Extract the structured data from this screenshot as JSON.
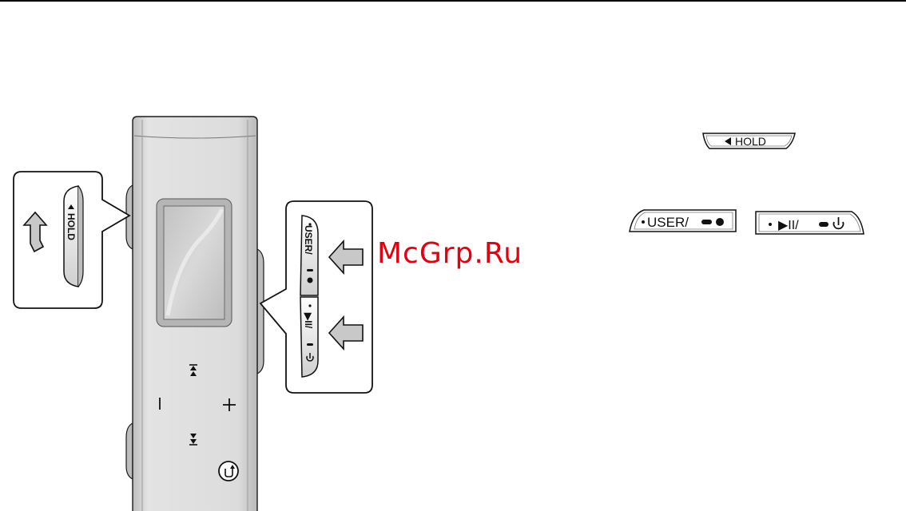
{
  "watermark": "McGrp.Ru",
  "hold_label": "HOLD",
  "user_label": "USER/",
  "play_label": "▶II/",
  "icons": {
    "skip_up": "skip-forward-icon",
    "skip_down": "skip-back-icon",
    "minus": "minus-icon",
    "plus": "plus-icon",
    "return": "return-icon",
    "arrow": "arrow-icon"
  },
  "colors": {
    "device_body": "#d7d7d7",
    "device_outline": "#1a1a1a",
    "screen": "#c9c9c9",
    "arrow_fill": "#c8c8c8",
    "watermark": "#e4000f"
  }
}
